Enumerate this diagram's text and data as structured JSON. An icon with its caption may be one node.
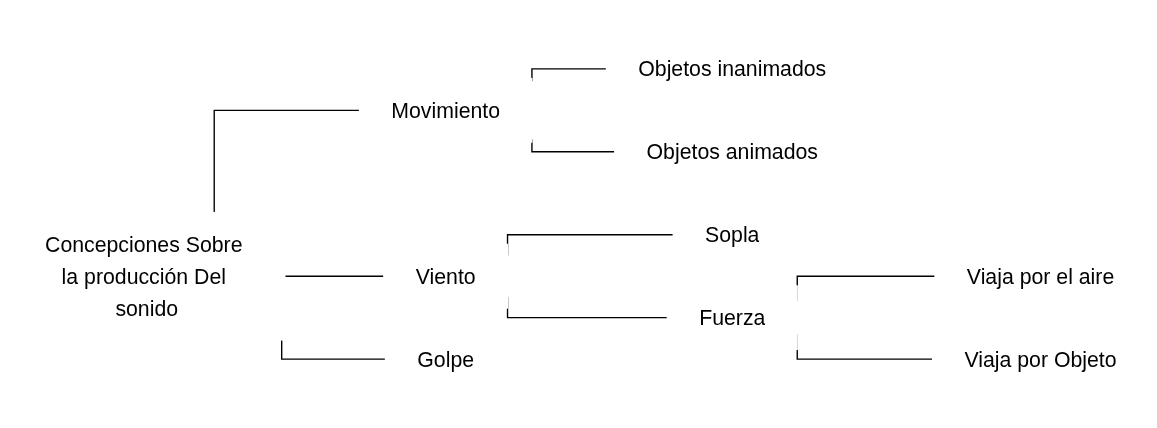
{
  "diagram": {
    "nodes": [
      {
        "text": [
          "Concepciones Sobre la producción Del sonido"
        ]
      },
      {
        "text": [
          "Movimiento"
        ]
      },
      {
        "text": [
          "Objetos inanimados"
        ]
      },
      {
        "text": [
          "Objetos animados"
        ]
      },
      {
        "text": [
          "Viento"
        ]
      },
      {
        "text": [
          "Sopla"
        ]
      },
      {
        "text": [
          "Fuerza"
        ]
      },
      {
        "text": [
          "Viaja por el aire"
        ]
      },
      {
        "text": [
          "Viaja por Objeto"
        ]
      },
      {
        "text": [
          "Golpe"
        ]
      }
    ],
    "edges": [
      {
        "from": 0,
        "to": 1,
        "arrow": "none"
      },
      {
        "from": 0,
        "to": 4,
        "arrow": "none"
      },
      {
        "from": 0,
        "to": 9,
        "arrow": "none"
      },
      {
        "from": 1,
        "to": 2,
        "arrow": "none"
      },
      {
        "from": 1,
        "to": 3,
        "arrow": "none"
      },
      {
        "from": 4,
        "to": 5,
        "arrow": "none"
      },
      {
        "from": 4,
        "to": 6,
        "arrow": "none"
      },
      {
        "from": 6,
        "to": 7,
        "arrow": "none"
      },
      {
        "from": 6,
        "to": 8,
        "arrow": "none"
      }
    ]
  }
}
